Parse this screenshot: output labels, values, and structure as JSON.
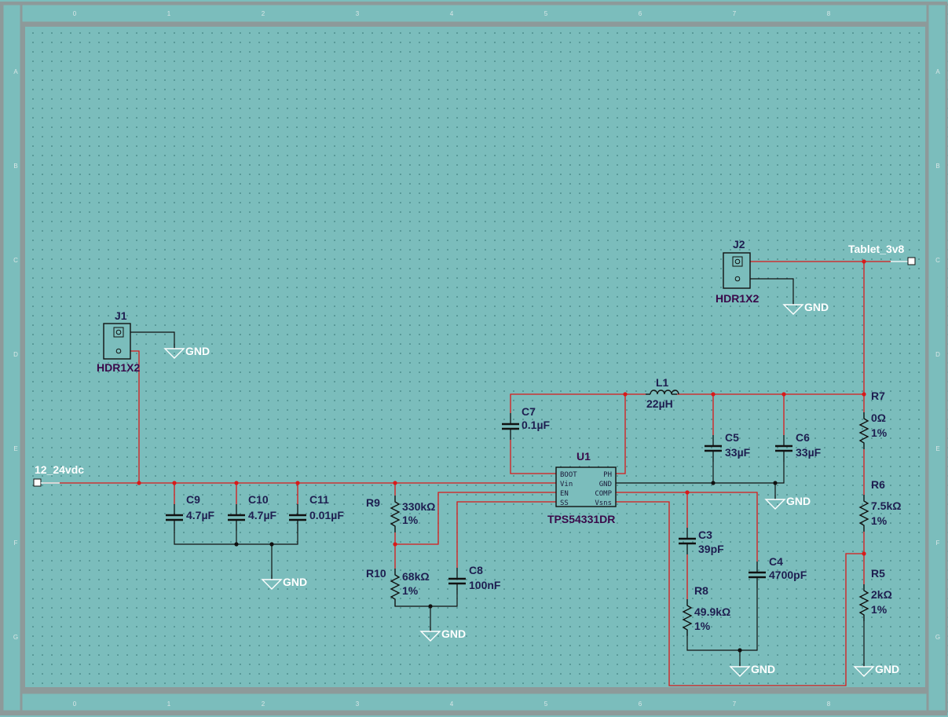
{
  "border": {
    "columns": [
      "0",
      "1",
      "2",
      "3",
      "4",
      "5",
      "6",
      "7",
      "8"
    ],
    "rows": [
      "A",
      "B",
      "C",
      "D",
      "E",
      "F",
      "G"
    ]
  },
  "ports": {
    "input": "12_24vdc",
    "output": "Tablet_3v8"
  },
  "gnd_label": "GND",
  "connectors": {
    "j1": {
      "ref": "J1",
      "value": "HDR1X2"
    },
    "j2": {
      "ref": "J2",
      "value": "HDR1X2"
    }
  },
  "components": {
    "c9": {
      "ref": "C9",
      "value": "4.7µF"
    },
    "c10": {
      "ref": "C10",
      "value": "4.7µF"
    },
    "c11": {
      "ref": "C11",
      "value": "0.01µF"
    },
    "c7": {
      "ref": "C7",
      "value": "0.1µF"
    },
    "c5": {
      "ref": "C5",
      "value": "33µF"
    },
    "c6": {
      "ref": "C6",
      "value": "33µF"
    },
    "c8": {
      "ref": "C8",
      "value": "100nF"
    },
    "c3": {
      "ref": "C3",
      "value": "39pF"
    },
    "c4": {
      "ref": "C4",
      "value": "4700pF"
    },
    "l1": {
      "ref": "L1",
      "value": "22µH"
    },
    "r9": {
      "ref": "R9",
      "value": "330kΩ",
      "tol": "1%"
    },
    "r10": {
      "ref": "R10",
      "value": "68kΩ",
      "tol": "1%"
    },
    "r8": {
      "ref": "R8",
      "value": "49.9kΩ",
      "tol": "1%"
    },
    "r7": {
      "ref": "R7",
      "value": "0Ω",
      "tol": "1%"
    },
    "r6": {
      "ref": "R6",
      "value": "7.5kΩ",
      "tol": "1%"
    },
    "r5": {
      "ref": "R5",
      "value": "2kΩ",
      "tol": "1%"
    }
  },
  "ic": {
    "ref": "U1",
    "part": "TPS54331DR",
    "pins_left": [
      "BOOT",
      "Vin",
      "EN",
      "SS"
    ],
    "pins_right": [
      "PH",
      "GND",
      "COMP",
      "Vsns"
    ]
  }
}
